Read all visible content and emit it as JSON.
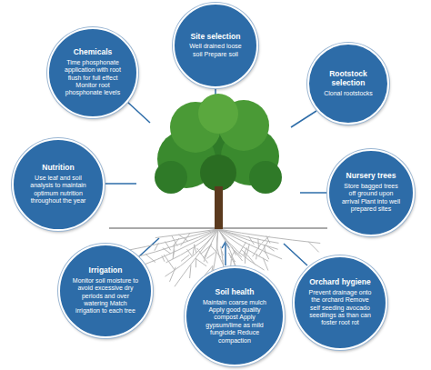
{
  "diagram": {
    "nodes": [
      {
        "text": [
          "Site selection",
          "Well drained loose soil Prepare soil"
        ]
      },
      {
        "text": [
          "Rootstock selection",
          "Clonal rootstocks"
        ]
      },
      {
        "text": [
          "Nursery trees",
          "Store bagged trees off ground upon arrival Plant into well prepared sites"
        ]
      },
      {
        "text": [
          "Orchard hygiene",
          "Prevent drainage onto the orchard Remove self seeding avocado seedlings as than can foster root rot"
        ]
      },
      {
        "text": [
          "Soil health",
          "Maintain coarse mulch Apply good quality compost Apply gypsum/lime as mild fungicide Reduce compaction"
        ]
      },
      {
        "text": [
          "Irrigation",
          "Monitor soil moisture to avoid excessive dry periods and over watering Match irrigation to each tree"
        ]
      },
      {
        "text": [
          "Nutrition",
          "Use leaf and soil analysis to maintain optimum nutrition throughout the year"
        ]
      },
      {
        "text": [
          "Chemicals",
          "Time phosphonate application with root flush for full effect Monitor root phosphonate levels"
        ]
      }
    ]
  }
}
